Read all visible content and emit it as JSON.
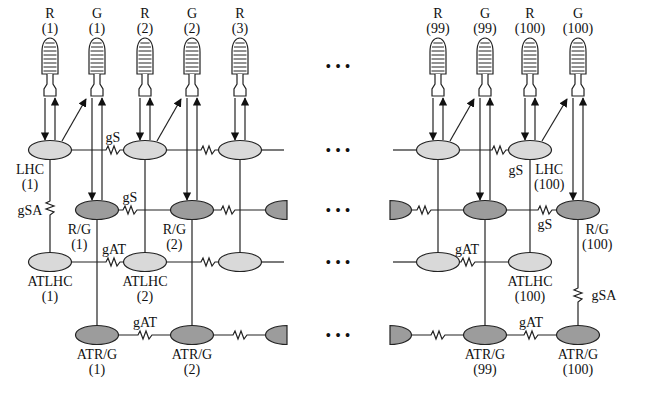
{
  "diagram": {
    "nodes": [
      {
        "text": [
          "R (1)"
        ]
      },
      {
        "text": [
          "G (1)"
        ]
      },
      {
        "text": [
          "R (2)"
        ]
      },
      {
        "text": [
          "G (2)"
        ]
      },
      {
        "text": [
          "R (3)"
        ]
      },
      {
        "text": [
          "R (99)"
        ]
      },
      {
        "text": [
          "G (99)"
        ]
      },
      {
        "text": [
          "R (100)"
        ]
      },
      {
        "text": [
          "G (100)"
        ]
      },
      {
        "text": [
          "LHC (1)"
        ]
      },
      {
        "text": [
          "R/G (1)"
        ]
      },
      {
        "text": [
          "R/G (2)"
        ]
      },
      {
        "text": [
          "ATLHC (1)"
        ]
      },
      {
        "text": [
          "ATLHC (2)"
        ]
      },
      {
        "text": [
          "ATR/G (1)"
        ]
      },
      {
        "text": [
          "ATR/G (2)"
        ]
      },
      {
        "text": [
          "LHC (100)"
        ]
      },
      {
        "text": [
          "R/G (100)"
        ]
      },
      {
        "text": [
          "ATLHC (100)"
        ]
      },
      {
        "text": [
          "ATR/G (99)"
        ]
      },
      {
        "text": [
          "ATR/G (100)"
        ]
      }
    ],
    "edges": [
      {
        "from": 0,
        "to": 9,
        "arrow": "to"
      },
      {
        "from": 9,
        "to": 0,
        "arrow": "to"
      },
      {
        "from": 1,
        "to": 10,
        "arrow": "to"
      },
      {
        "from": 10,
        "to": 1,
        "arrow": "to"
      },
      {
        "from": 9,
        "to": 1,
        "arrow": "to"
      },
      {
        "from": 3,
        "to": 11,
        "arrow": "to"
      },
      {
        "from": 11,
        "to": 3,
        "arrow": "to"
      },
      {
        "from": 7,
        "to": 16,
        "arrow": "to"
      },
      {
        "from": 16,
        "to": 7,
        "arrow": "to"
      },
      {
        "from": 8,
        "to": 17,
        "arrow": "to"
      },
      {
        "from": 17,
        "to": 8,
        "arrow": "to"
      },
      {
        "from": 16,
        "to": 8,
        "arrow": "to"
      },
      {
        "from": 9,
        "to": 12,
        "arrow": "none"
      },
      {
        "from": 10,
        "to": 14,
        "arrow": "none"
      },
      {
        "from": 11,
        "to": 15,
        "arrow": "none"
      },
      {
        "from": 10,
        "to": 11,
        "arrow": "none"
      },
      {
        "from": 12,
        "to": 13,
        "arrow": "none"
      },
      {
        "from": 14,
        "to": 15,
        "arrow": "none"
      },
      {
        "from": 16,
        "to": 18,
        "arrow": "none"
      },
      {
        "from": 17,
        "to": 20,
        "arrow": "none"
      },
      {
        "from": 19,
        "to": 20,
        "arrow": "none"
      }
    ],
    "labels": [
      "• • •",
      "• • •",
      "• • •",
      "• • •",
      "• • •",
      "gS",
      "gS",
      "gS",
      "gS",
      "gSA",
      "gSA",
      "gAT",
      "gAT",
      "gAT",
      "gAT"
    ]
  }
}
